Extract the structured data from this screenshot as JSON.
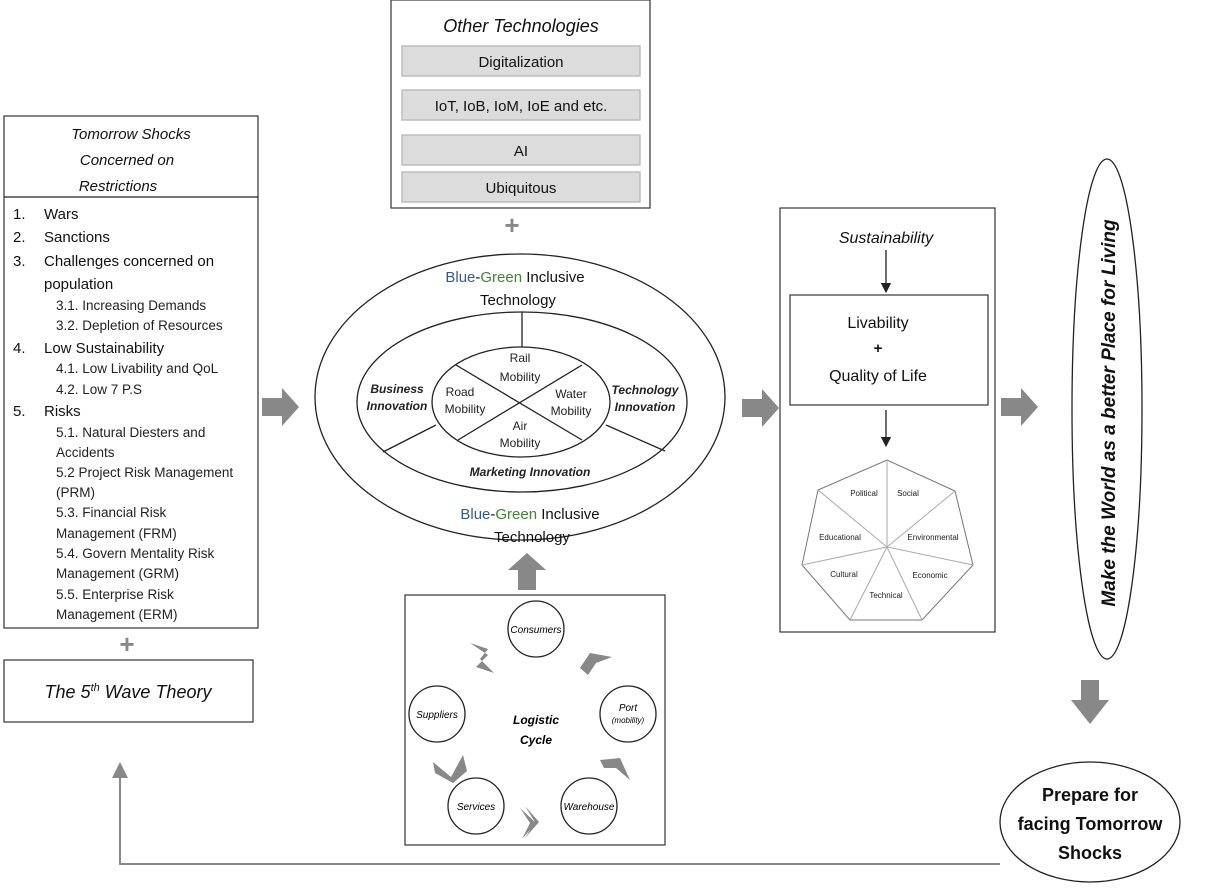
{
  "restrictions": {
    "title": [
      "Tomorrow Shocks",
      "Concerned on",
      "Restrictions"
    ],
    "items": [
      {
        "num": "1.",
        "text": "Wars"
      },
      {
        "num": "2.",
        "text": "Sanctions"
      },
      {
        "num": "3.",
        "text": "Challenges concerned on"
      },
      {
        "num": "",
        "text": "population"
      },
      {
        "num": "",
        "text": "3.1. Increasing Demands",
        "sub": true
      },
      {
        "num": "",
        "text": "3.2. Depletion of Resources",
        "sub": true
      },
      {
        "num": "4.",
        "text": "Low Sustainability"
      },
      {
        "num": "",
        "text": "4.1. Low Livability and QoL",
        "sub": true
      },
      {
        "num": "",
        "text": "4.2. Low 7 P.S",
        "sub": true
      },
      {
        "num": "5.",
        "text": "Risks"
      },
      {
        "num": "",
        "text": "5.1. Natural Diesters and",
        "sub": true
      },
      {
        "num": "",
        "text": "Accidents",
        "sub": true
      },
      {
        "num": "",
        "text": "5.2 Project Risk Management",
        "sub": true
      },
      {
        "num": "",
        "text": "(PRM)",
        "sub": true
      },
      {
        "num": "",
        "text": "5.3. Financial Risk",
        "sub": true
      },
      {
        "num": "",
        "text": "Management (FRM)",
        "sub": true
      },
      {
        "num": "",
        "text": "5.4. Govern Mentality Risk",
        "sub": true
      },
      {
        "num": "",
        "text": "Management (GRM)",
        "sub": true
      },
      {
        "num": "",
        "text": "5.5. Enterprise Risk",
        "sub": true
      },
      {
        "num": "",
        "text": "Management (ERM)",
        "sub": true
      }
    ]
  },
  "plus": "+",
  "wave_theory": {
    "prefix": "The 5",
    "sup": "th",
    "suffix": " Wave Theory"
  },
  "other_technologies": {
    "title": "Other Technologies",
    "items": [
      "Digitalization",
      "IoT, IoB, IoM, IoE and etc.",
      "AI",
      "Ubiquitous"
    ]
  },
  "inclusive_technology": {
    "blue": "Blue",
    "dash": "-",
    "green": "Green",
    "rest": " Inclusive",
    "line2": "Technology",
    "colors": {
      "blue": "#2e5c9a",
      "green": "#3a8a2e"
    }
  },
  "innovations": {
    "business": [
      "Business",
      "Innovation"
    ],
    "technology": [
      "Technology",
      "Innovation"
    ],
    "marketing": "Marketing Innovation"
  },
  "mobility": {
    "rail": [
      "Rail",
      "Mobility"
    ],
    "road": [
      "Road",
      "Mobility"
    ],
    "water": [
      "Water",
      "Mobility"
    ],
    "air": [
      "Air",
      "Mobility"
    ]
  },
  "logistic": {
    "center": [
      "Logistic",
      "Cycle"
    ],
    "nodes": {
      "consumers": "Consumers",
      "port": [
        "Port",
        "(mobility)"
      ],
      "warehouse": "Warehouse",
      "services": "Services",
      "suppliers": "Suppliers"
    }
  },
  "sustainability": {
    "title": "Sustainability",
    "livability": "Livability",
    "plus": "+",
    "qol": "Quality of Life",
    "seven_ps": [
      "Political",
      "Social",
      "Environmental",
      "Economic",
      "Technical",
      "Cultural",
      "Educational"
    ]
  },
  "goal": "Make the World as a better Place for Living",
  "prepare": [
    "Prepare for",
    "facing Tomorrow",
    "Shocks"
  ]
}
